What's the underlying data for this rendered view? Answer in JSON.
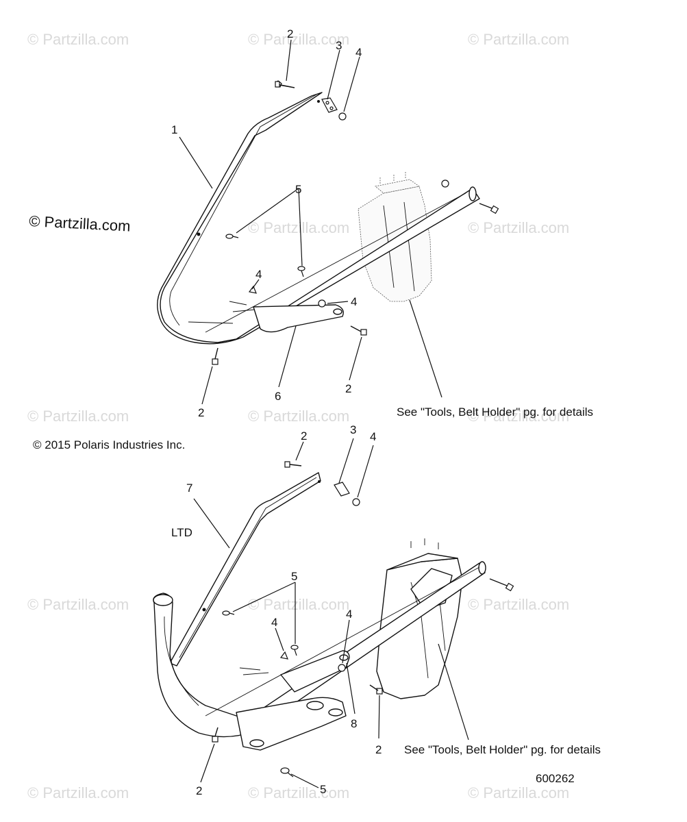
{
  "watermark": "© Partzilla.com",
  "copyright": "© 2015 Polaris Industries Inc.",
  "variant_label": "LTD",
  "diagram_number": "600262",
  "reference_note": "See \"Tools, Belt Holder\" pg. for details",
  "callouts": {
    "c1": "1",
    "c2a": "2",
    "c2b": "2",
    "c2c": "2",
    "c2d": "2",
    "c2e": "2",
    "c2f": "2",
    "c3a": "3",
    "c3b": "3",
    "c4a": "4",
    "c4b": "4",
    "c4c": "4",
    "c4d": "4",
    "c4e": "4",
    "c5a": "5",
    "c5b": "5",
    "c5c": "5",
    "c6": "6",
    "c7": "7",
    "c8": "8"
  }
}
